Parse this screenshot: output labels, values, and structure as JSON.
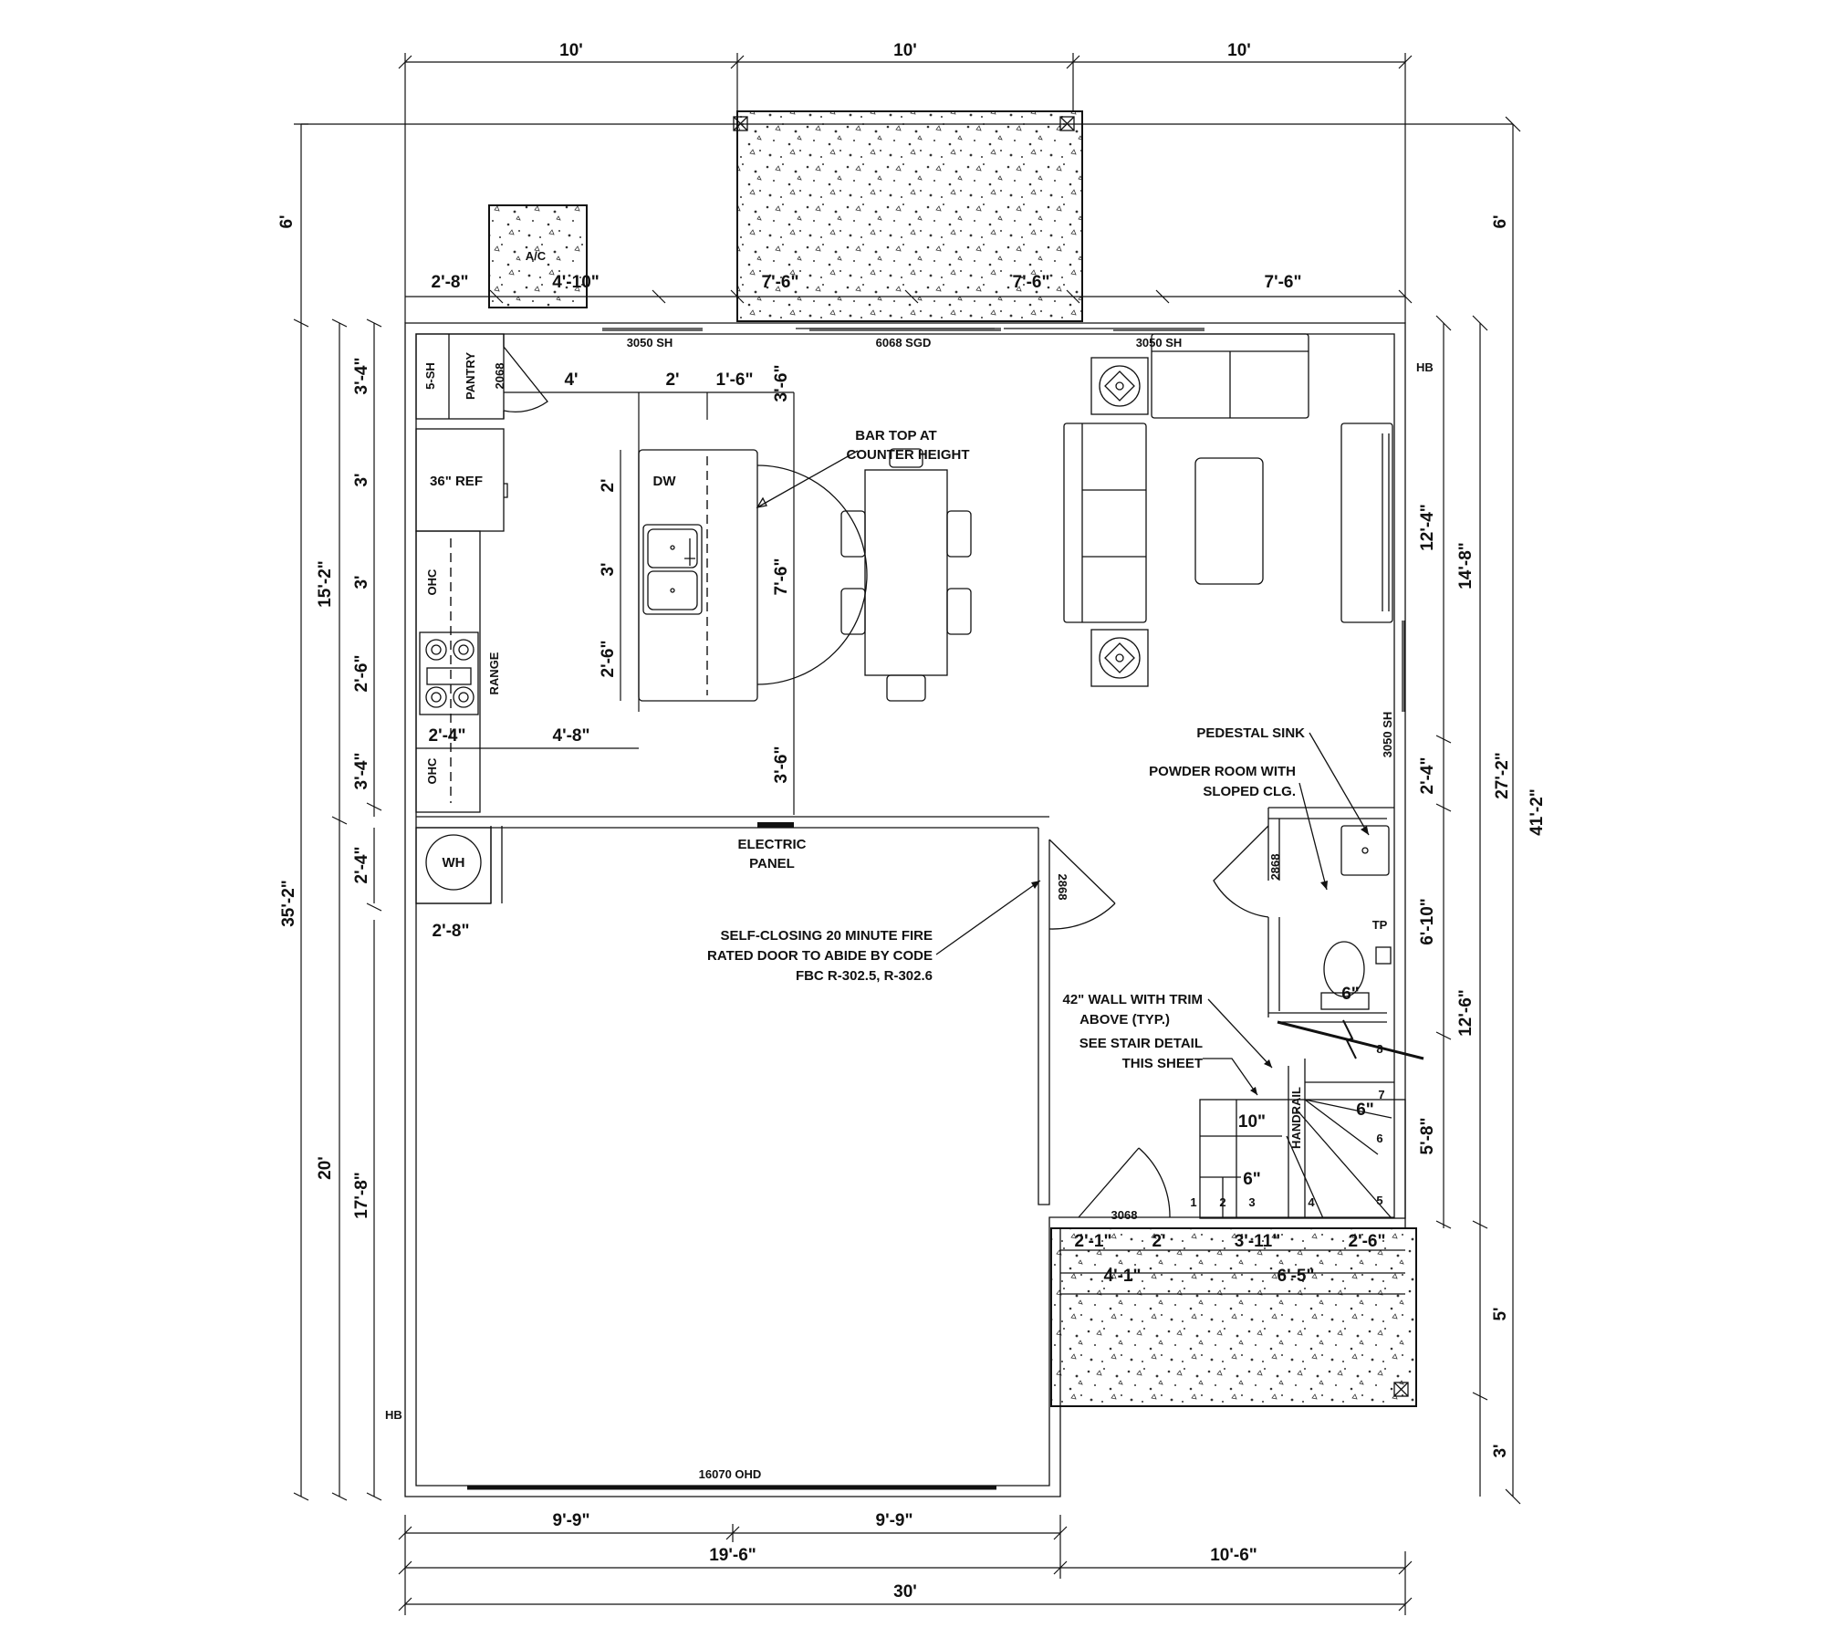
{
  "dims": {
    "top_a": "10'",
    "top_b": "10'",
    "top_c": "10'",
    "patio_6_left": "6'",
    "patio_6_right": "6'",
    "rear_2_8": "2'-8\"",
    "rear_4_10": "4'-10\"",
    "rear_7_6_a": "7'-6\"",
    "rear_7_6_b": "7'-6\"",
    "rear_7_6_c": "7'-6\"",
    "left_15_2": "15'-2\"",
    "left_35_2": "35'-2\"",
    "left_20": "20'",
    "left_17_8": "17'-8\"",
    "k_3_4": "3'-4\"",
    "k_3a": "3'",
    "k_3b": "3'",
    "k_2_6": "2'-6\"",
    "k_3_4b": "3'-4\"",
    "k_2_4": "2'-4\"",
    "k_2_8": "2'-8\"",
    "isl_4": "4'",
    "isl_2": "2'",
    "isl_1_6": "1'-6\"",
    "isl_3_6": "3'-6\"",
    "isl_2a": "2'",
    "isl_3": "3'",
    "isl_2_6": "2'-6\"",
    "isl_7_6": "7'-6\"",
    "isl_3_6b": "3'-6\"",
    "k_2_4b": "2'-4\"",
    "k_4_8": "4'-8\"",
    "r_12_4": "12'-4\"",
    "r_14_8": "14'-8\"",
    "r_27_2": "27'-2\"",
    "r_41_2": "41'-2\"",
    "r_2_4": "2'-4\"",
    "r_6_10": "6'-10\"",
    "r_12_6": "12'-6\"",
    "r_5_8": "5'-8\"",
    "r_5": "5'",
    "r_3": "3'",
    "st_6": "6\"",
    "st_6b": "6\"",
    "st_10": "10\"",
    "st_6c": "6\"",
    "fp_2_1": "2'-1\"",
    "fp_2": "2'",
    "fp_3_11": "3'-11\"",
    "fp_2_6": "2'-6\"",
    "fp_4_1": "4'-1\"",
    "fp_6_5": "6'-5\"",
    "bot_9_9a": "9'-9\"",
    "bot_9_9b": "9'-9\"",
    "bot_19_6": "19'-6\"",
    "bot_10_6": "10'-6\"",
    "bot_30": "30'"
  },
  "labels": {
    "ac": "A/C",
    "win_left": "3050 SH",
    "sgd": "6068 SGD",
    "win_right": "3050 SH",
    "win_side": "3050 SH",
    "hb_top": "HB",
    "hb_bottom": "HB",
    "pantry": "PANTRY",
    "five_sh": "5-SH",
    "door_2068": "2068",
    "ref": "36\" REF",
    "ohc_a": "OHC",
    "ohc_b": "OHC",
    "range": "RANGE",
    "dw": "DW",
    "wh": "WH",
    "bar_1": "BAR TOP AT",
    "bar_2": "COUNTER HEIGHT",
    "elec_1": "ELECTRIC",
    "elec_2": "PANEL",
    "door_2868_garage": "2868",
    "fire_1": "SELF-CLOSING 20 MINUTE FIRE",
    "fire_2": "RATED DOOR TO ABIDE BY CODE",
    "fire_3": "FBC R-302.5, R-302.6",
    "ped_sink": "PEDESTAL SINK",
    "powder_1": "POWDER ROOM WITH",
    "powder_2": "SLOPED CLG.",
    "door_2868_powder": "2868",
    "tp": "TP",
    "wall_1": "42\" WALL WITH TRIM",
    "wall_2": "ABOVE (TYP.)",
    "stair_1": "SEE STAIR DETAIL",
    "stair_2": "THIS SHEET",
    "handrail": "HANDRAIL",
    "door_3068": "3068",
    "ohd": "16070 OHD"
  },
  "stair_steps": [
    "1",
    "2",
    "3",
    "4",
    "5",
    "6",
    "7",
    "8"
  ]
}
